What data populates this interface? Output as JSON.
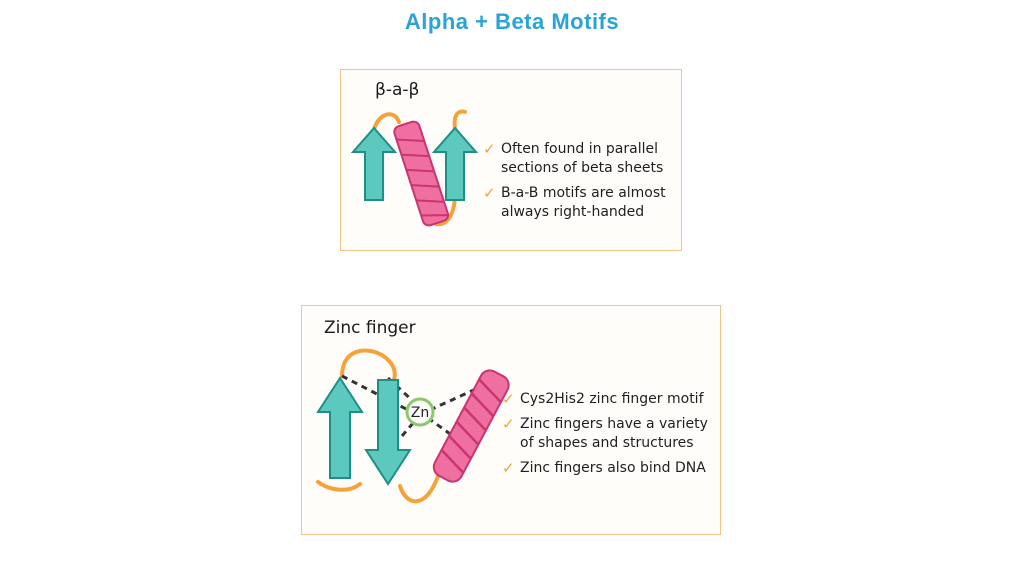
{
  "slide": {
    "title": "Alpha + Beta Motifs",
    "title_color": "#2aa3d8"
  },
  "colors": {
    "strand": "#5cc8be",
    "strand_outline": "#1e8f86",
    "helix": "#ef6fa0",
    "helix_outline": "#c9356f",
    "loop": "#f5a23a",
    "check": "#f5a23a",
    "zinc_ring": "#8cc86a",
    "panel_border": "#f2c48a"
  },
  "panels": [
    {
      "title": "β-a-β",
      "bullets": [
        "Often found in parallel sections of beta sheets",
        "B-a-B motifs are almost always right-handed"
      ]
    },
    {
      "title": "Zinc finger",
      "zinc_label": "Zn",
      "bullets": [
        "Cys2His2 zinc finger motif",
        "Zinc fingers have a variety of shapes and structures",
        "Zinc fingers also bind DNA"
      ]
    }
  ],
  "icons": {
    "check": "checkmark-icon"
  }
}
